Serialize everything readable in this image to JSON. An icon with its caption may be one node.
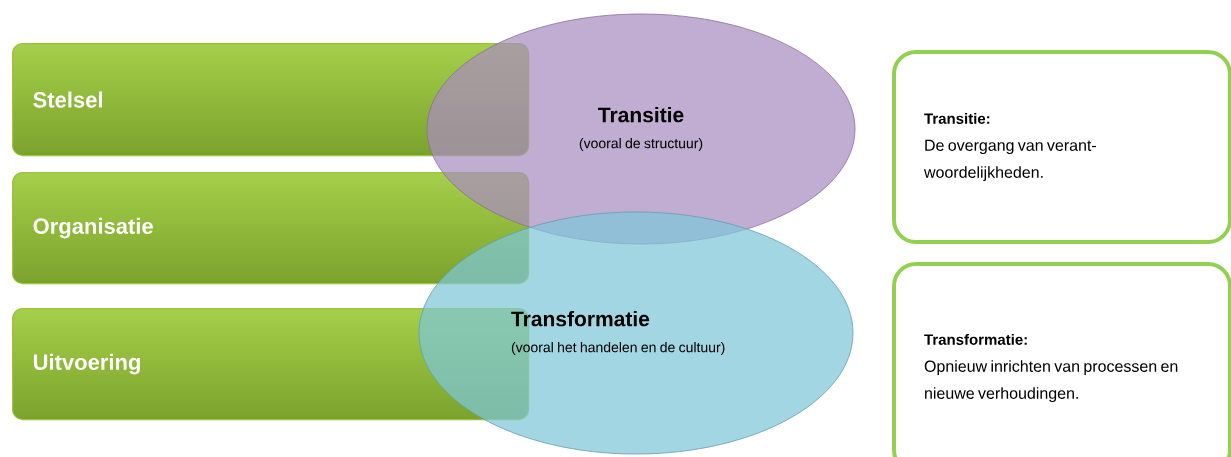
{
  "diagram": {
    "nodes": [
      {
        "text": [
          "Stelsel"
        ]
      },
      {
        "text": [
          "Organisatie"
        ]
      },
      {
        "text": [
          "Uitvoering"
        ]
      },
      {
        "text": [
          "Transitie",
          "(vooral de structuur)"
        ]
      },
      {
        "text": [
          "Transformatie",
          "(vooral het handelen en de cultuur)"
        ]
      },
      {
        "text": [
          "Transitie:",
          "De overgang van verant- woordelijkheden."
        ]
      },
      {
        "text": [
          "Transformatie:",
          "Opnieuw inrichten van processen en nieuwe verhoudingen."
        ]
      }
    ]
  }
}
